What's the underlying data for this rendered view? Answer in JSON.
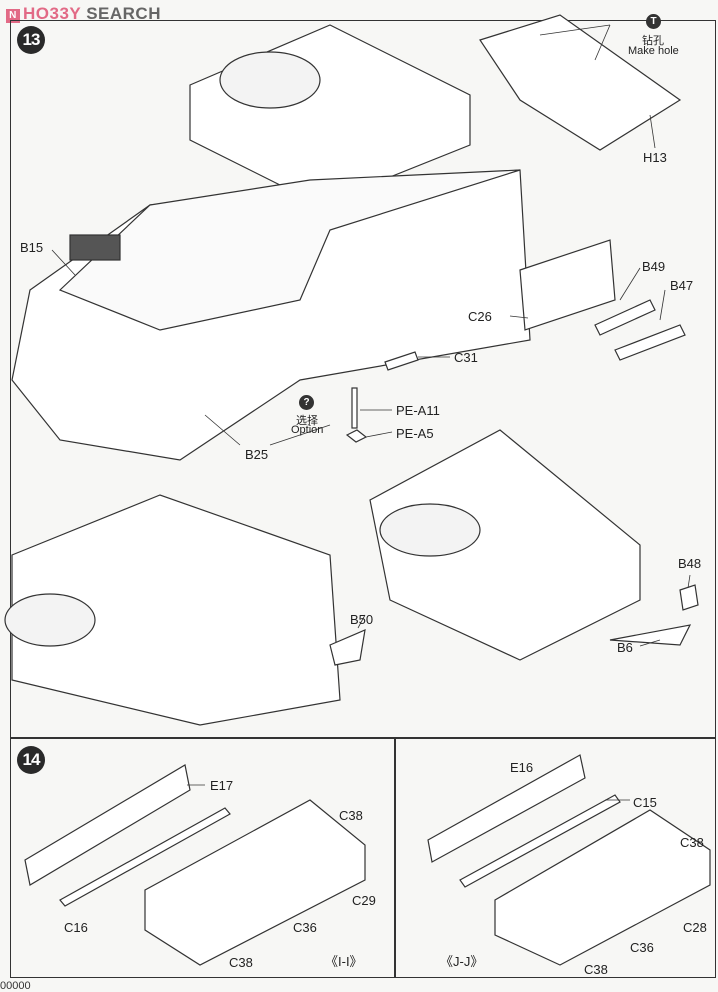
{
  "watermark": {
    "brand_red": "HO33Y",
    "brand_grey": "SEARCH",
    "logo": "N"
  },
  "step13": {
    "number": "13",
    "labels": {
      "h13": "H13",
      "b15": "B15",
      "b49": "B49",
      "b47": "B47",
      "c26": "C26",
      "c31": "C31",
      "pe_a11": "PE-A11",
      "pe_a5": "PE-A5",
      "b25": "B25",
      "b50": "B50",
      "b48": "B48",
      "b6": "B6"
    },
    "make_hole": {
      "icon": "drill-icon",
      "icon_glyph": "T",
      "cn": "钻孔",
      "en": "Make hole"
    },
    "option": {
      "icon": "question-icon",
      "icon_glyph": "?",
      "cn": "选择",
      "en": "Option"
    }
  },
  "step14": {
    "number": "14",
    "left": {
      "view": "《I-I》",
      "labels": {
        "e17": "E17",
        "c38a": "C38",
        "c29": "C29",
        "c16": "C16",
        "c36": "C36",
        "c38b": "C38"
      }
    },
    "right": {
      "view": "《J-J》",
      "labels": {
        "e16": "E16",
        "c15": "C15",
        "c38a": "C38",
        "c28": "C28",
        "c36": "C36",
        "c38b": "C38"
      }
    }
  },
  "footer": {
    "page_code": "00000"
  }
}
